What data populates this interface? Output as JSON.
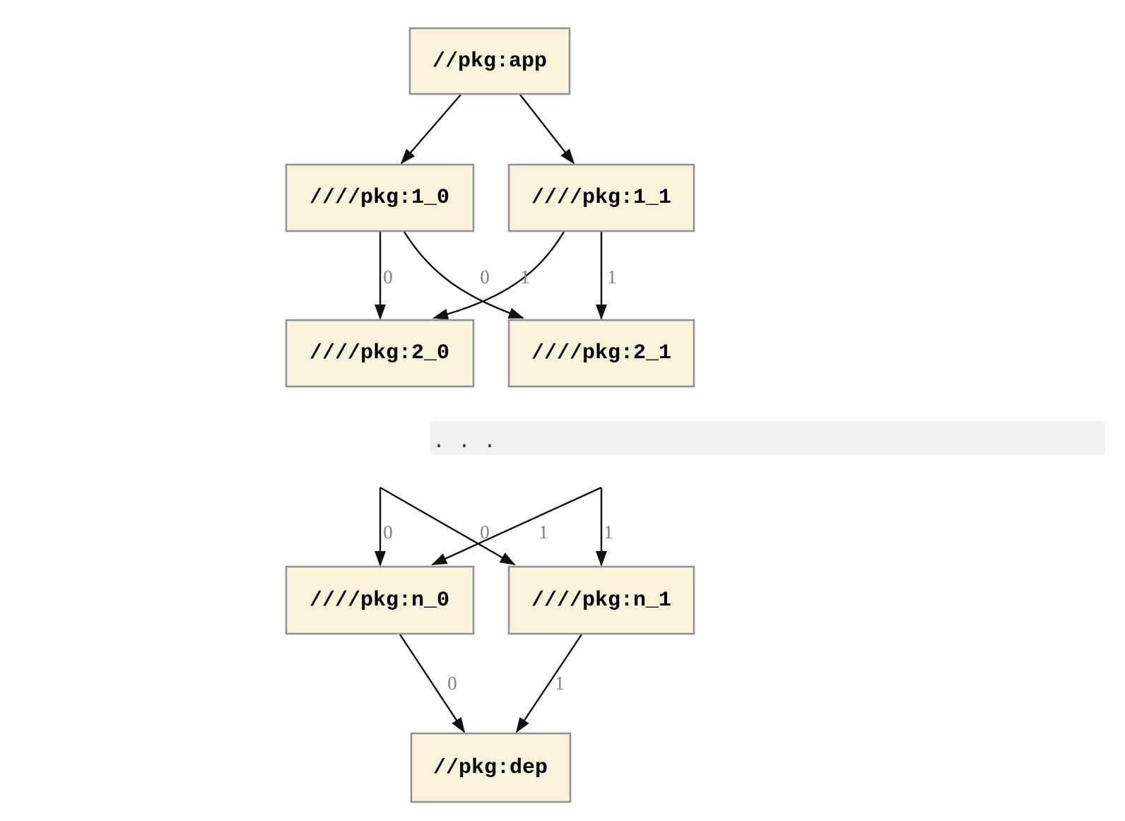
{
  "diagram": {
    "type": "dependency-graph",
    "nodes": {
      "app": {
        "label": "//pkg:app"
      },
      "l1_0": {
        "label": "////pkg:1_0"
      },
      "l1_1": {
        "label": "////pkg:1_1"
      },
      "l2_0": {
        "label": "////pkg:2_0"
      },
      "l2_1": {
        "label": "////pkg:2_1"
      },
      "ln_0": {
        "label": "////pkg:n_0"
      },
      "ln_1": {
        "label": "////pkg:n_1"
      },
      "dep": {
        "label": "//pkg:dep"
      }
    },
    "edges": [
      {
        "from": "//pkg:app",
        "to": "////pkg:1_0",
        "label": ""
      },
      {
        "from": "//pkg:app",
        "to": "////pkg:1_1",
        "label": ""
      },
      {
        "from": "////pkg:1_0",
        "to": "////pkg:2_0",
        "label": "0"
      },
      {
        "from": "////pkg:1_0",
        "to": "////pkg:2_1",
        "label": "1"
      },
      {
        "from": "////pkg:1_1",
        "to": "////pkg:2_0",
        "label": "0"
      },
      {
        "from": "////pkg:1_1",
        "to": "////pkg:2_1",
        "label": "1"
      },
      {
        "from": "...",
        "to": "////pkg:n_0",
        "label": "0"
      },
      {
        "from": "...",
        "to": "////pkg:n_1",
        "label": "1"
      },
      {
        "from": "...",
        "to": "////pkg:n_0",
        "label": "0"
      },
      {
        "from": "...",
        "to": "////pkg:n_1",
        "label": "1"
      },
      {
        "from": "////pkg:n_0",
        "to": "//pkg:dep",
        "label": "0"
      },
      {
        "from": "////pkg:n_1",
        "to": "//pkg:dep",
        "label": "1"
      }
    ],
    "separator": {
      "label": ". . ."
    },
    "colors": {
      "node_fill": "#fbf3d9",
      "node_border": "#8d9398",
      "node_text": "#000000",
      "edge": "#111111",
      "edge_label": "#7f7f7f",
      "separator_bg": "#f1f1f1"
    }
  }
}
